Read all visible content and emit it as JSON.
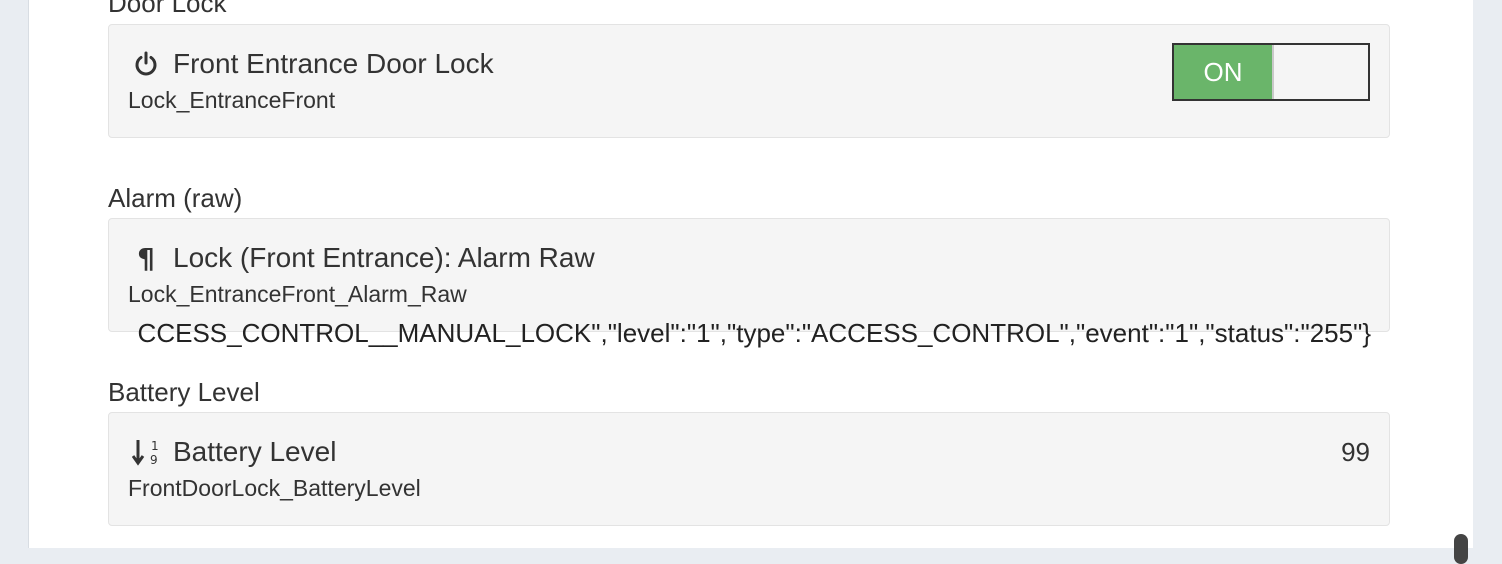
{
  "sections": {
    "door_lock": {
      "heading": "Door Lock",
      "icon": "power-icon",
      "title": "Front Entrance Door Lock",
      "item_name": "Lock_EntranceFront",
      "switch_label": "ON",
      "switch_state": "on"
    },
    "alarm_raw": {
      "heading": "Alarm (raw)",
      "icon": "pilcrow-icon",
      "title": "Lock (Front Entrance): Alarm Raw",
      "item_name": "Lock_EntranceFront_Alarm_Raw",
      "state_text": "CCESS_CONTROL__MANUAL_LOCK\",\"level\":\"1\",\"type\":\"ACCESS_CONTROL\",\"event\":\"1\",\"status\":\"255\"}"
    },
    "battery_level": {
      "heading": "Battery Level",
      "icon": "sort-numeric-icon",
      "title": "Battery Level",
      "item_name": "FrontDoorLock_BatteryLevel",
      "value": "99"
    }
  },
  "colors": {
    "switch_on": "#6ab56a",
    "card_bg": "#f5f5f5",
    "page_bg": "#e9edf2"
  }
}
